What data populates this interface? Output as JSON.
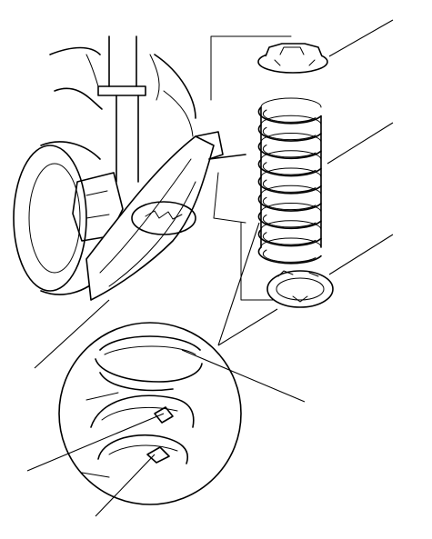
{
  "diagram": {
    "colors": {
      "line": "#000000",
      "background": "#ffffff"
    },
    "parts": [
      "spring-upper-mount-seat",
      "coil-spring",
      "spring-lower-seat",
      "lower-control-arm",
      "spring-end-detail",
      "lower-seat-stopper-tab"
    ]
  }
}
